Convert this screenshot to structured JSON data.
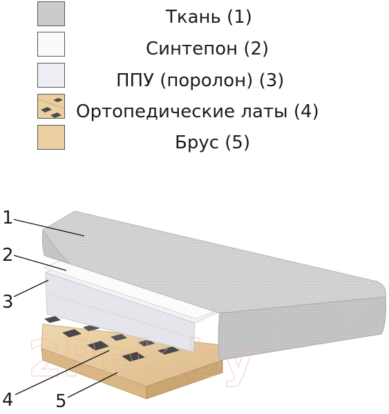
{
  "legend": {
    "items": [
      {
        "label": "Ткань (1)",
        "swatch": "fabric"
      },
      {
        "label": "Синтепон (2)",
        "swatch": "sintepon"
      },
      {
        "label": "ППУ (поролон) (3)",
        "swatch": "foam"
      },
      {
        "label": "Ортопедические латы (4)",
        "swatch": "slats"
      },
      {
        "label": "Брус (5)",
        "swatch": "beam"
      }
    ]
  },
  "callouts": [
    "1",
    "2",
    "3",
    "4",
    "5"
  ],
  "watermark": "2Rek.by",
  "colors": {
    "fabric": "#cfd0d0",
    "sintepon": "#f7f7f7",
    "foam": "#eef0f4",
    "wood": "#e9cfa2",
    "slat_pad": "#4a4a4a"
  }
}
